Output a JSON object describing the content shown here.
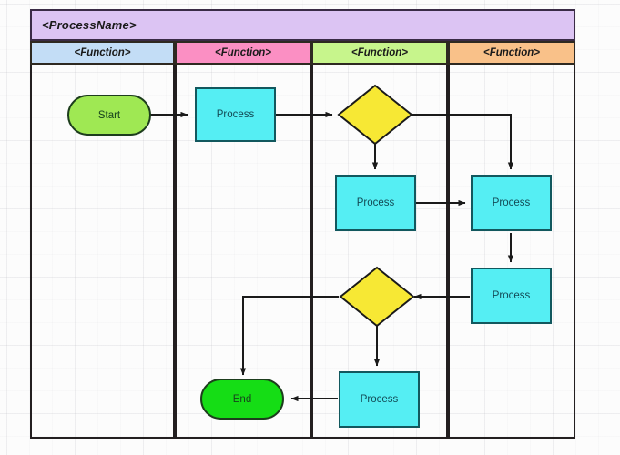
{
  "diagram": {
    "kind": "cross-functional-flowchart",
    "pool_title": "<ProcessName>",
    "lanes": [
      {
        "label": "<Function>",
        "color": "#c3ddf6"
      },
      {
        "label": "<Function>",
        "color": "#fb8fc3"
      },
      {
        "label": "<Function>",
        "color": "#c7f58c"
      },
      {
        "label": "<Function>",
        "color": "#f9c189"
      }
    ],
    "colors": {
      "pool_header_fill": "#dcc4f3",
      "process_fill": "#55eef3",
      "process_stroke": "#12585e",
      "decision_fill": "#f7e834",
      "decision_stroke": "#1a1a1a",
      "start_fill": "#9fe853",
      "end_fill": "#15dd15",
      "terminator_stroke": "#1d3d1d",
      "connector_stroke": "#1a1a1a",
      "frame_stroke": "#231f20",
      "canvas_background": "#fcfcfc"
    },
    "nodes": [
      {
        "id": "start",
        "type": "terminator",
        "label": "Start",
        "lane": 0
      },
      {
        "id": "process1",
        "type": "process",
        "label": "Process",
        "lane": 1
      },
      {
        "id": "decision1",
        "type": "decision",
        "label": "",
        "lane": 2
      },
      {
        "id": "process2",
        "type": "process",
        "label": "Process",
        "lane": 2
      },
      {
        "id": "process3",
        "type": "process",
        "label": "Process",
        "lane": 3
      },
      {
        "id": "process4",
        "type": "process",
        "label": "Process",
        "lane": 3
      },
      {
        "id": "decision2",
        "type": "decision",
        "label": "",
        "lane": 2
      },
      {
        "id": "process5",
        "type": "process",
        "label": "Process",
        "lane": 2
      },
      {
        "id": "end",
        "type": "terminator",
        "label": "End",
        "lane": 1
      }
    ],
    "edges": [
      {
        "from": "start",
        "to": "process1",
        "label": ""
      },
      {
        "from": "process1",
        "to": "decision1",
        "label": ""
      },
      {
        "from": "decision1",
        "to": "process2",
        "label": ""
      },
      {
        "from": "decision1",
        "to": "process3",
        "label": ""
      },
      {
        "from": "process2",
        "to": "process3",
        "label": ""
      },
      {
        "from": "process3",
        "to": "process4",
        "label": ""
      },
      {
        "from": "process4",
        "to": "decision2",
        "label": ""
      },
      {
        "from": "decision2",
        "to": "end",
        "label": ""
      },
      {
        "from": "decision2",
        "to": "process5",
        "label": ""
      },
      {
        "from": "process5",
        "to": "end",
        "label": ""
      }
    ]
  }
}
